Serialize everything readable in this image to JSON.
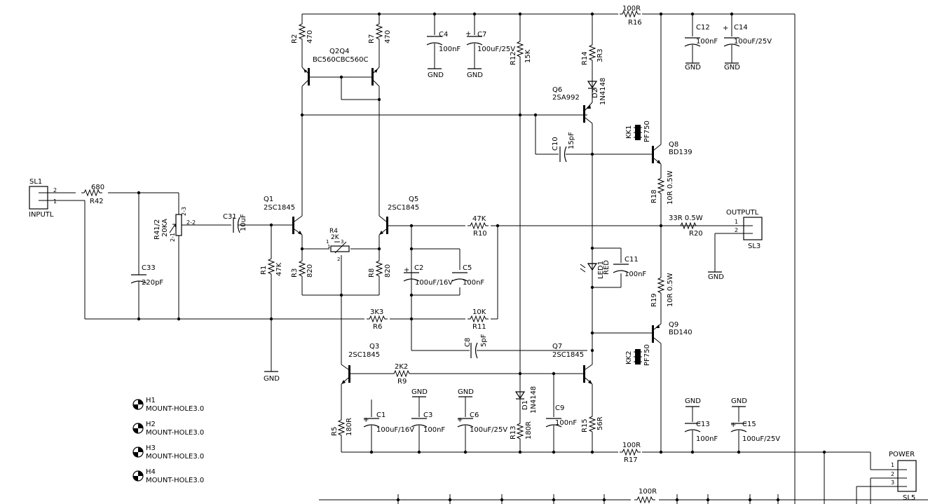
{
  "components": {
    "SL1": {
      "ref": "SL1",
      "val": "INPUTL",
      "p1": "1",
      "p2": "2"
    },
    "R42": {
      "ref": "R42",
      "val": "680"
    },
    "R41": {
      "ref": "R41/2",
      "val": "20KA",
      "p1": "2-1",
      "p2": "2-2",
      "p3": "2-3"
    },
    "C33": {
      "ref": "C33",
      "val": "220pF"
    },
    "C31": {
      "ref": "C31",
      "val": "10uF"
    },
    "R1": {
      "ref": "R1",
      "val": "47K"
    },
    "GND_R1": "GND",
    "Q1": {
      "ref": "Q1",
      "val": "2SC1845"
    },
    "Q5": {
      "ref": "Q5",
      "val": "2SC1845"
    },
    "R4": {
      "ref": "R4",
      "val": "2K",
      "p1": "1",
      "p2": "2",
      "p3": "3",
      "p1b": "1"
    },
    "R3": {
      "ref": "R3",
      "val": "820"
    },
    "R8": {
      "ref": "R8",
      "val": "820"
    },
    "R2": {
      "ref": "R2",
      "val": "470"
    },
    "R7": {
      "ref": "R7",
      "val": "470"
    },
    "Q2Q4": {
      "ref": "Q2Q4",
      "val": "BC560CBC560C"
    },
    "C4": {
      "ref": "C4",
      "val": "100nF",
      "gnd": "GND"
    },
    "C7": {
      "ref": "C7",
      "val": "100uF/25V",
      "gnd": "GND",
      "plus": "+"
    },
    "R12": {
      "ref": "R12",
      "val": "15K"
    },
    "R14": {
      "ref": "R14",
      "val": "3R3"
    },
    "D2": {
      "ref": "D2",
      "val": "1N4148"
    },
    "Q6": {
      "ref": "Q6",
      "val": "2SA992"
    },
    "R16": {
      "ref": "R16",
      "val": "100R"
    },
    "C12": {
      "ref": "C12",
      "val": "100nF",
      "gnd": "GND"
    },
    "C14": {
      "ref": "C14",
      "val": "100uF/25V",
      "gnd": "GND",
      "plus": "+"
    },
    "KK1": {
      "ref": "KK1",
      "val": "PF750"
    },
    "Q8": {
      "ref": "Q8",
      "val": "BD139"
    },
    "C10": {
      "ref": "C10",
      "val": "15pF"
    },
    "R18": {
      "ref": "R18",
      "val": "10R 0.5W"
    },
    "R20": {
      "ref": "R20",
      "val": "33R 0.5W"
    },
    "SL3": {
      "ref": "SL3",
      "val": "OUTPUTL",
      "p1": "1",
      "p2": "2",
      "gnd": "GND"
    },
    "R10": {
      "ref": "R10",
      "val": "47K"
    },
    "C2": {
      "ref": "C2",
      "val": "100uF/16V",
      "plus": "+"
    },
    "C5": {
      "ref": "C5",
      "val": "100nF"
    },
    "LED1": {
      "ref": "LED1",
      "val": "RED"
    },
    "C11": {
      "ref": "C11",
      "val": "100nF"
    },
    "R19": {
      "ref": "R19",
      "val": "10R 0.5W"
    },
    "R6": {
      "ref": "R6",
      "val": "3K3"
    },
    "R11": {
      "ref": "R11",
      "val": "10K"
    },
    "Q9": {
      "ref": "Q9",
      "val": "BD140"
    },
    "C8": {
      "ref": "C8",
      "val": "5pF"
    },
    "Q7": {
      "ref": "Q7",
      "val": "2SC1845"
    },
    "Q3": {
      "ref": "Q3",
      "val": "2SC1845"
    },
    "R9": {
      "ref": "R9",
      "val": "2K2"
    },
    "KK2": {
      "ref": "KK2",
      "val": "PF750"
    },
    "C1": {
      "ref": "C1",
      "val": "100uF/16V",
      "plus": "+"
    },
    "C3": {
      "ref": "C3",
      "val": "100nF",
      "gnd": "GND"
    },
    "C6": {
      "ref": "C6",
      "val": "100uF/25V",
      "gnd": "GND",
      "plus": "+"
    },
    "D1": {
      "ref": "D1",
      "val": "1N4148"
    },
    "C9": {
      "ref": "C9",
      "val": "100nF"
    },
    "R5": {
      "ref": "R5",
      "val": "180R"
    },
    "R13": {
      "ref": "R13",
      "val": "180R"
    },
    "R15": {
      "ref": "R15",
      "val": "56R"
    },
    "R17": {
      "ref": "R17",
      "val": "100R"
    },
    "C13": {
      "ref": "C13",
      "val": "100nF",
      "gnd": "GND"
    },
    "C15": {
      "ref": "C15",
      "val": "100uF/25V",
      "gnd": "GND",
      "plus": "+"
    },
    "SL5": {
      "ref": "SL5",
      "val": "POWER",
      "p1": "1",
      "p2": "2",
      "p3": "3"
    },
    "R_bottom": {
      "val": "100R"
    }
  },
  "mount_holes": [
    {
      "ref": "H1",
      "val": "MOUNT-HOLE3.0"
    },
    {
      "ref": "H2",
      "val": "MOUNT-HOLE3.0"
    },
    {
      "ref": "H3",
      "val": "MOUNT-HOLE3.0"
    },
    {
      "ref": "H4",
      "val": "MOUNT-HOLE3.0"
    }
  ]
}
